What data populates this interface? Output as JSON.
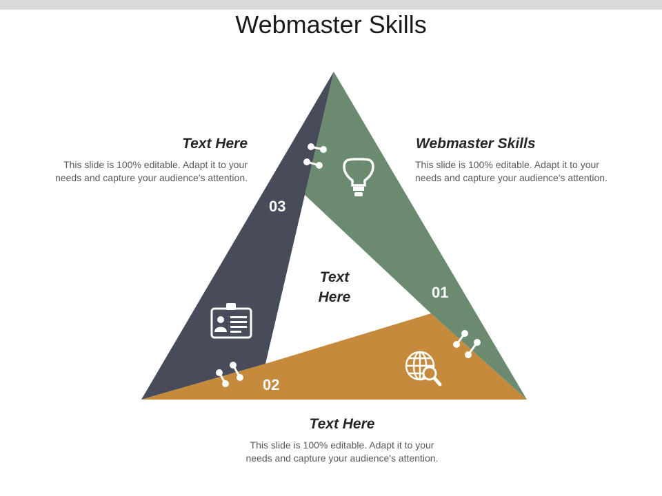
{
  "slide": {
    "title": "Webmaster Skills"
  },
  "center": {
    "label_line1": "Text",
    "label_line2": "Here"
  },
  "segments": [
    {
      "number": "01",
      "heading": "Webmaster Skills",
      "body_line1": "This slide is 100% editable. Adapt it to your",
      "body_line2": "needs and capture your audience's attention.",
      "color": "#6b8b70",
      "icon": "lightbulb-icon"
    },
    {
      "number": "02",
      "heading": "Text Here",
      "body_line1": "This slide is 100% editable. Adapt it to your",
      "body_line2": "needs and capture your audience's attention.",
      "color": "#c68a3d",
      "icon": "globe-search-icon"
    },
    {
      "number": "03",
      "heading": "Text Here",
      "body_line1": "This slide is 100% editable. Adapt it to your",
      "body_line2": "needs and capture your audience's attention.",
      "color": "#474b5a",
      "icon": "id-card-icon"
    }
  ]
}
